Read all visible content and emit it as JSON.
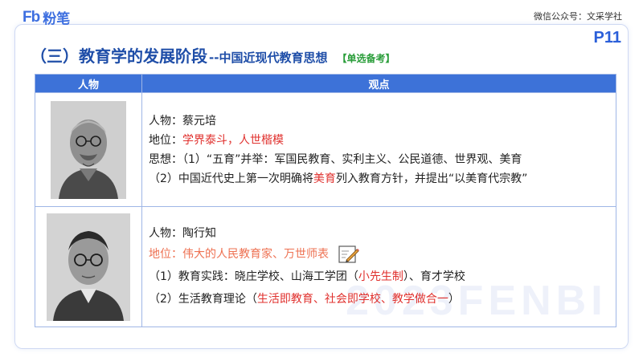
{
  "header": {
    "logo_mark": "Fb",
    "logo_text": "粉笔",
    "wechat": "微信公众号：文采学社",
    "page_number": "P11"
  },
  "title": {
    "main": "（三）教育学的发展阶段",
    "sub": "--中国近现代教育思想",
    "tag": "【单选备考】"
  },
  "table": {
    "headers": [
      "人物",
      "观点"
    ],
    "rows": [
      {
        "name_line": "人物：蔡元培",
        "status_prefix": "地位：",
        "status_value": "学界泰斗，人世楷模",
        "thought_line": "思想：（1）“五育”并举：军国民教育、实利主义、公民道德、世界观、美育",
        "line4_a": "（2）中国近代史上第一次明确将",
        "line4_red": "美育",
        "line4_b": "列入教育方针，并提出“以美育代宗教”"
      },
      {
        "name_line": "人物：陶行知",
        "status_line": "地位：伟大的人民教育家、万世师表",
        "practice_a": "（1）教育实践：晓庄学校、山海工学团（",
        "practice_red": "小先生制",
        "practice_b": "）、育才学校",
        "theory_a": "（2）生活教育理论（",
        "theory_red": "生活即教育、社会即学校、教学做合一",
        "theory_b": "）"
      }
    ]
  },
  "watermark": "2023FENBI",
  "colors": {
    "brand": "#3d6fe0",
    "title": "#1f4ea8",
    "tag": "#2a9d3a",
    "header_bg": "#3d72d8",
    "highlight_red": "#e0312e",
    "highlight_salmon": "#ee7152"
  }
}
